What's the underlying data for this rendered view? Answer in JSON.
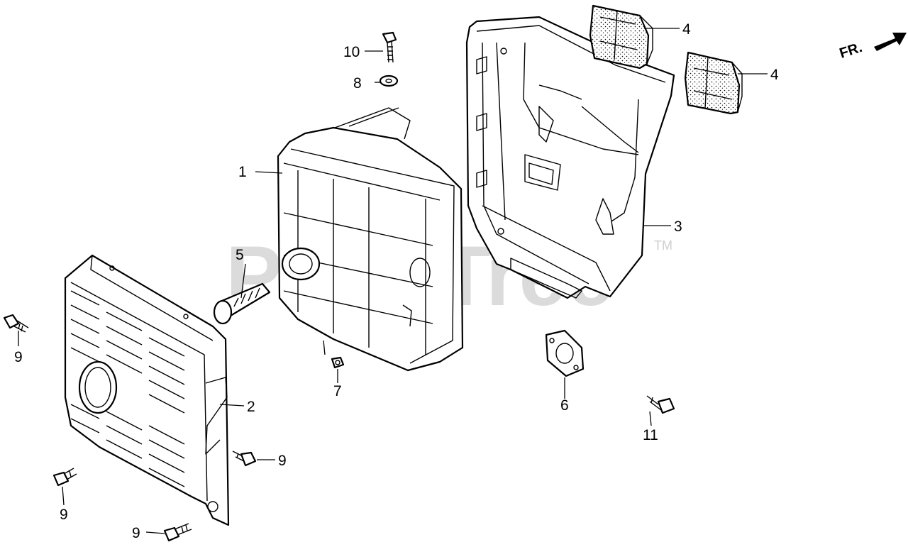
{
  "watermark": {
    "text": "PartsTree",
    "trademark": "TM"
  },
  "direction_indicator": {
    "text": "FR."
  },
  "callouts": {
    "muffler": "1",
    "muffler_protector": "2",
    "muffler_cover": "3",
    "cover_lid_upper": "4",
    "cover_lid_lower": "4",
    "spark_arrester": "5",
    "gasket": "6",
    "screw_small": "7",
    "washer": "8",
    "bolt_left_upper": "9",
    "bolt_right_mid": "9",
    "bolt_left_lower": "9",
    "bolt_bottom": "9",
    "bolt_top": "10",
    "bolt_right": "11"
  }
}
